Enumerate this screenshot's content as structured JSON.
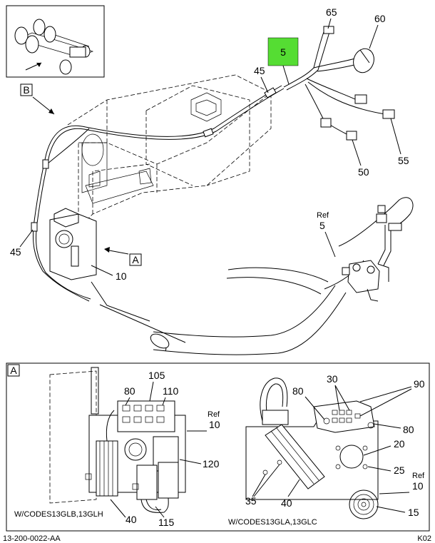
{
  "colors": {
    "highlight": "#55dd33",
    "line": "#000000",
    "background": "#ffffff"
  },
  "main_view": {
    "view_label_b": "B",
    "view_label_a": "A",
    "callouts": {
      "c65": "65",
      "c60": "60",
      "c5": "5",
      "c45_top": "45",
      "c55": "55",
      "c50": "50",
      "ref": "Ref",
      "ref5": "5",
      "c45_left": "45",
      "c10": "10"
    }
  },
  "detail_view": {
    "view_label": "A",
    "left": {
      "c105": "105",
      "c80": "80",
      "c110": "110",
      "ref": "Ref",
      "ref10": "10",
      "c120": "120",
      "c40": "40",
      "c115": "115",
      "caption": "W/CODES13GLB,13GLH"
    },
    "right": {
      "c30": "30",
      "c80a": "80",
      "c90": "90",
      "c80b": "80",
      "c20": "20",
      "c25": "25",
      "ref": "Ref",
      "ref10": "10",
      "c35": "35",
      "c40": "40",
      "c15": "15",
      "caption": "W/CODES13GLA,13GLC"
    }
  },
  "footer": {
    "drawing_number": "13-200-0022-AA",
    "sheet": "K02"
  }
}
